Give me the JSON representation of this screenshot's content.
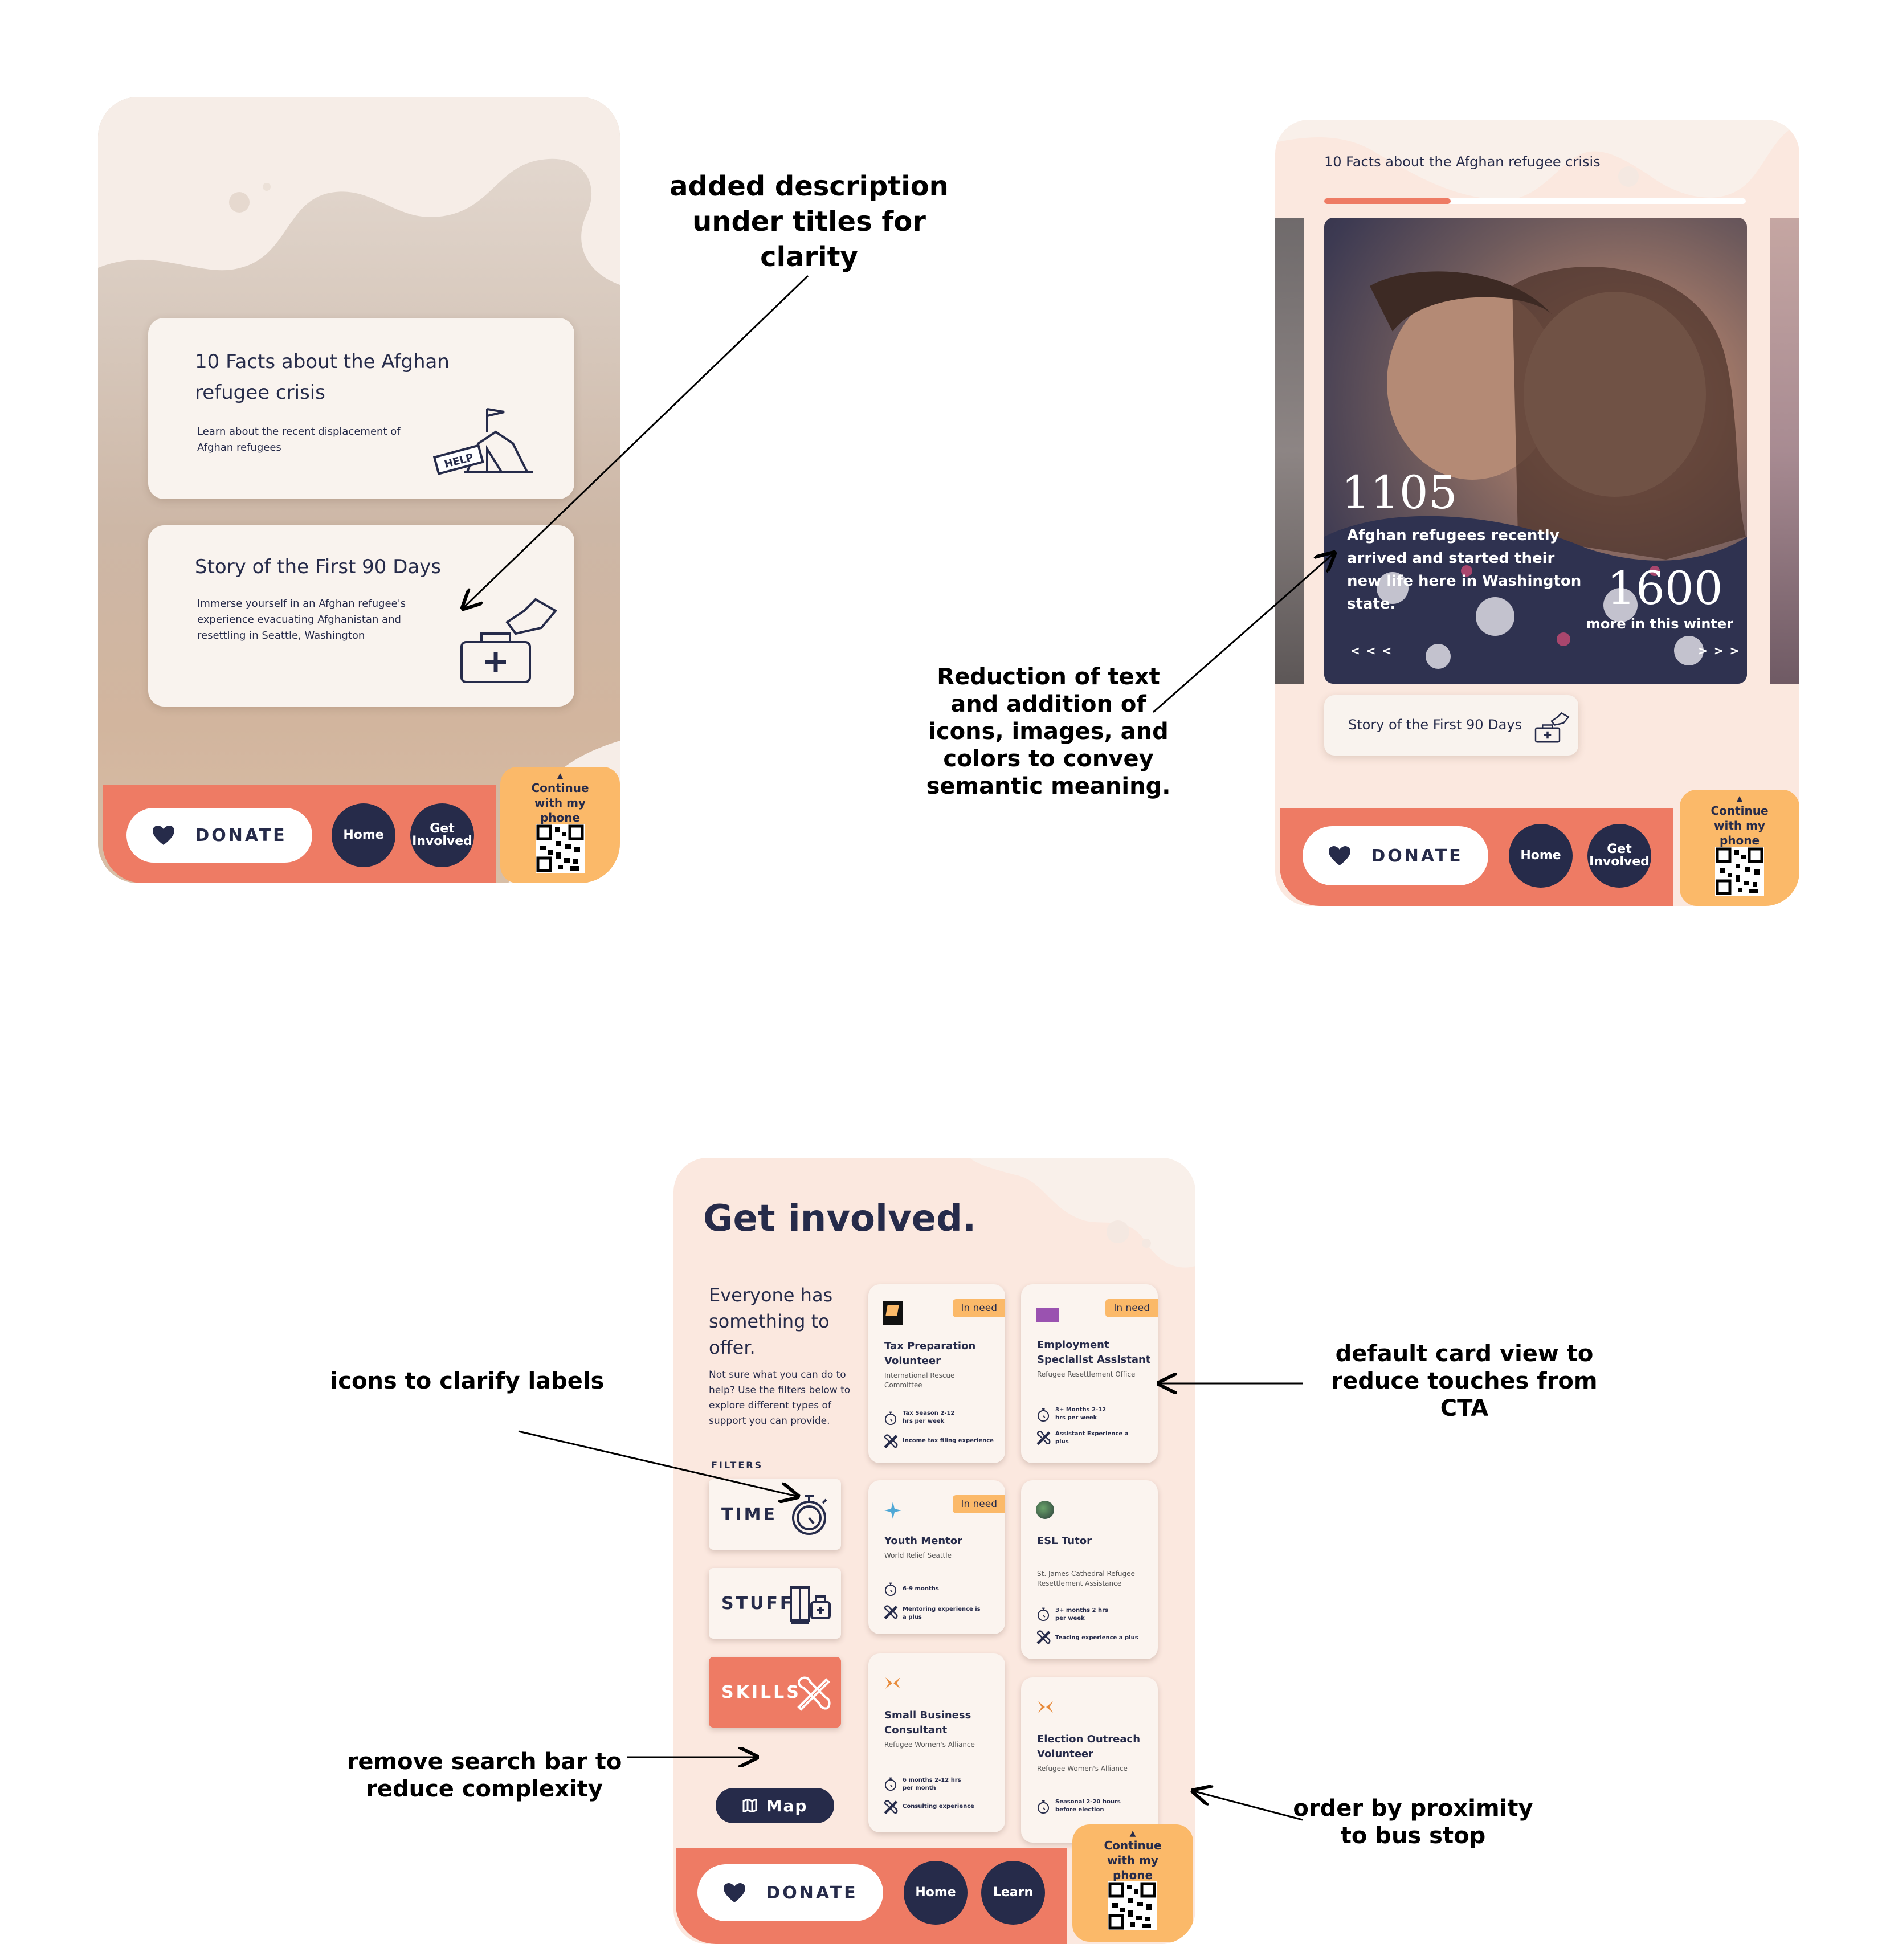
{
  "screen1": {
    "card1": {
      "title": "10 Facts about the Afghan refugee crisis",
      "desc": "Learn about the recent displacement of Afghan refugees",
      "sign_text": "HELP"
    },
    "card2": {
      "title": "Story of the First 90 Days",
      "desc": "Immerse yourself in an Afghan refugee's experience evacuating Afghanistan and resettling in Seattle, Washington"
    },
    "bar": {
      "donate": "DONATE",
      "home": "Home",
      "get_involved": "Get Involved",
      "phone": "Continue with my phone"
    }
  },
  "screen2": {
    "header": "10 Facts about the Afghan refugee crisis",
    "progress": 0.3,
    "stat1": {
      "number": "1105",
      "text": "Afghan refugees recently arrived and started their new life here in Washington state."
    },
    "stat2": {
      "number": "1600",
      "text": "more in this winter"
    },
    "prev": "< < <",
    "next": "> > >",
    "story_button": "Story of the First 90 Days",
    "bar": {
      "donate": "DONATE",
      "home": "Home",
      "get_involved": "Get Involved",
      "phone": "Continue with my phone"
    }
  },
  "screen3": {
    "title": "Get involved.",
    "tagline": "Everyone has something to offer.",
    "intro": "Not sure what you can do to help? Use the filters below to explore different types of support you can provide.",
    "filters_label": "FILTERS",
    "filters": [
      "TIME",
      "STUFF",
      "SKILLS"
    ],
    "map": "Map",
    "jobs": [
      {
        "title": "Tax Preparation Volunteer",
        "org": "International Rescue Committee",
        "badge": "In need",
        "time": "Tax Season 2-12 hrs per week",
        "skill": "Income tax filing experience"
      },
      {
        "title": "Employment Specialist Assistant",
        "org": "Refugee Resettlement Office",
        "badge": "In need",
        "time": "3+ Months 2-12 hrs per week",
        "skill": "Assistant Experience a plus"
      },
      {
        "title": "Youth Mentor",
        "org": "World Relief Seattle",
        "badge": "In need",
        "time": "6-9 months",
        "skill": "Mentoring experience is a plus"
      },
      {
        "title": "ESL Tutor",
        "org": "St. James Cathedral Refugee Resettlement Assistance",
        "badge": "",
        "time": "3+ months 2 hrs per week",
        "skill": "Teacing experience a plus"
      },
      {
        "title": "Small Business Consultant",
        "org": "Refugee Women's Alliance",
        "badge": "",
        "time": "6 months 2-12 hrs per month",
        "skill": "Consulting experience"
      },
      {
        "title": "Election Outreach Volunteer",
        "org": "Refugee Women's Alliance",
        "badge": "",
        "time": "Seasonal 2-20 hours before election",
        "skill": ""
      }
    ],
    "bar": {
      "donate": "DONATE",
      "home": "Home",
      "learn": "Learn",
      "phone": "Continue with my phone"
    }
  },
  "annotations": {
    "a1": "added description under titles for clarity",
    "a2": "Reduction of text and addition of icons, images, and colors to convey semantic meaning.",
    "a3": "icons to clarify labels",
    "a4": "default card view to reduce touches from CTA",
    "a5": "remove search bar to reduce complexity",
    "a6": "order by proximity to bus stop"
  },
  "colors": {
    "coral": "#ee7b64",
    "navy": "#262b4a",
    "orange": "#fbb969",
    "cream": "#f9f3ee",
    "peach": "#fbe8df"
  }
}
